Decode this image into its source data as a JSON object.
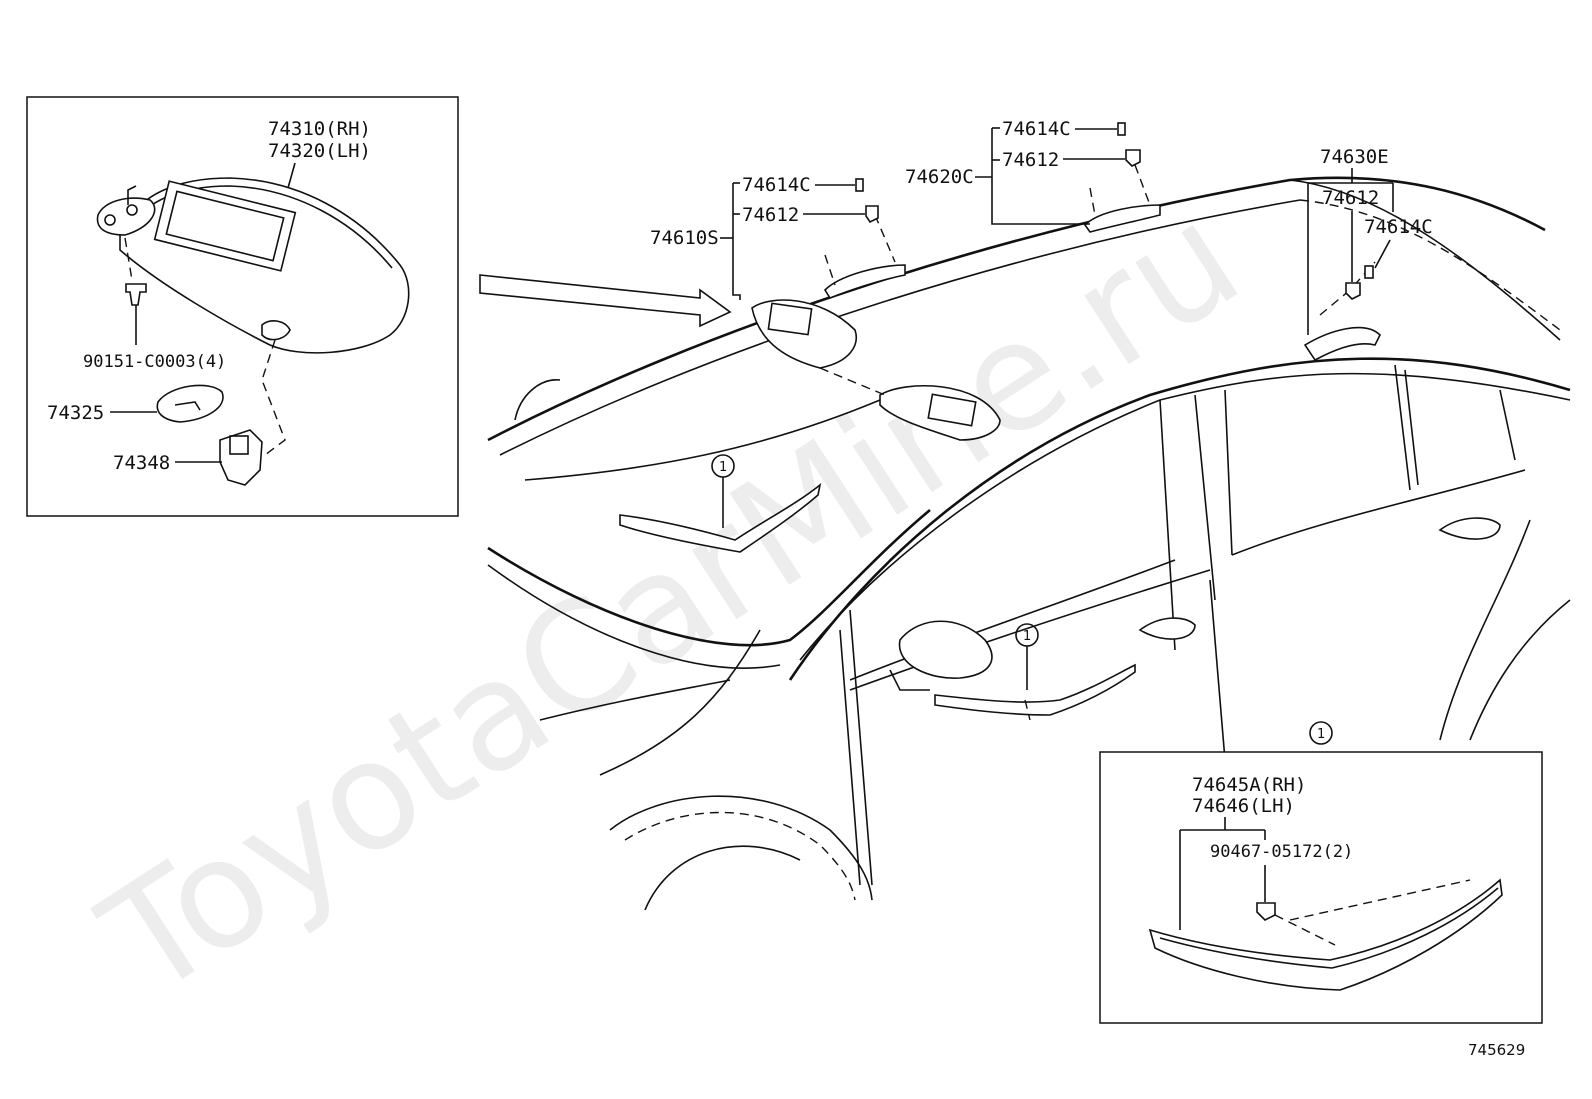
{
  "watermark": "ToyotaCarMine.ru",
  "diagram_id": "745629",
  "inset_visor": {
    "labels": {
      "visor_rh": "74310(RH)",
      "visor_lh": "74320(LH)",
      "screw": "90151-C0003(4)",
      "cover": "74325",
      "holder": "74348"
    }
  },
  "main": {
    "labels": {
      "visor_assy": "74610S",
      "grip_front_clip": "74614C",
      "grip_front_bracket": "74612",
      "grip_mid_assy": "74620C",
      "grip_mid_clip": "74614C",
      "grip_mid_bracket": "74612",
      "grip_rear_assy": "74630E",
      "grip_rear_bracket": "74612",
      "grip_rear_clip": "74614C",
      "callout_1_a": "1",
      "callout_1_b": "1"
    }
  },
  "inset_garnish": {
    "callout": "1",
    "labels": {
      "garnish_rh": "74645A(RH)",
      "garnish_lh": "74646(LH)",
      "clip": "90467-05172(2)"
    }
  }
}
